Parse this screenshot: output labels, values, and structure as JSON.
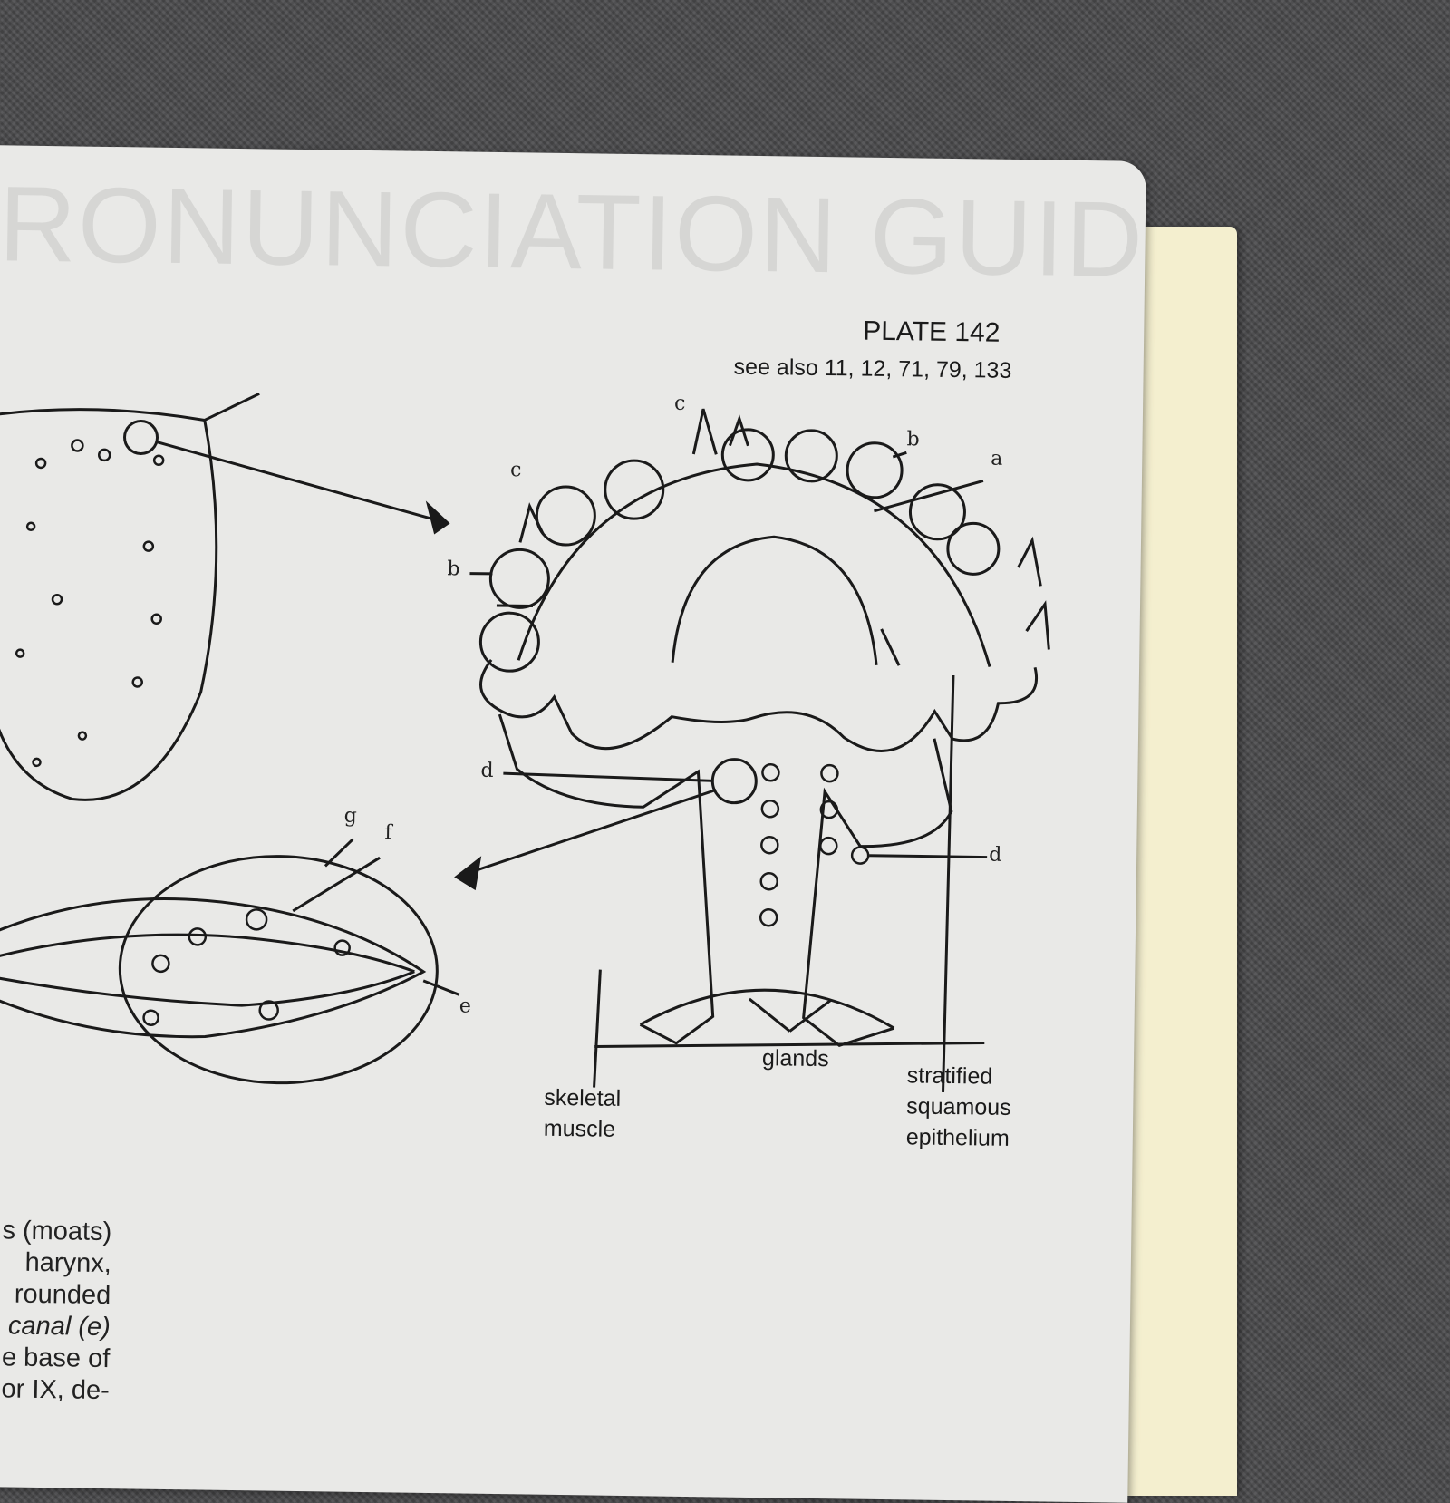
{
  "ghost_text": "RONUNCIATION GUID",
  "header": {
    "plate": "PLATE 142",
    "see_also": "see also 11, 12, 71, 79, 133"
  },
  "letters": {
    "a": "a",
    "b1": "b",
    "b2": "b",
    "c1": "c",
    "c2": "c",
    "d1": "d",
    "d2": "d",
    "e": "e",
    "f": "f",
    "g": "g"
  },
  "labels": {
    "glands": "glands",
    "skeletal_muscle": [
      "skeletal",
      "muscle"
    ],
    "epithelium": [
      "stratified",
      "squamous",
      "epithelium"
    ]
  },
  "body_lines": [
    "s (moats)",
    "harynx,",
    "rounded",
    "canal (e)",
    "e base of",
    "or IX, de-"
  ]
}
